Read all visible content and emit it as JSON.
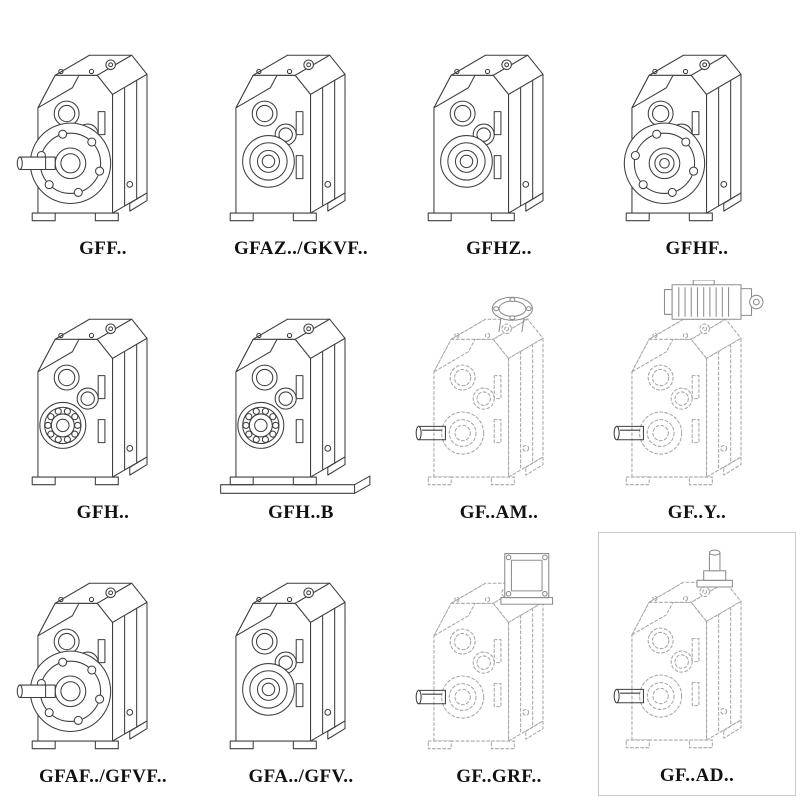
{
  "colors": {
    "ink": "#3e3e3e",
    "ghost_line": "#a6a6a6",
    "attachment": "#8d8d8d",
    "label": "#111111",
    "background": "#ffffff",
    "box_border": "#c9c9c9"
  },
  "grid": {
    "columns": 4,
    "rows": 3,
    "items": [
      {
        "label": "GFF..",
        "variant": "flange-shaft",
        "boxed": false
      },
      {
        "label": "GFAZ../GKVF..",
        "variant": "hollow",
        "boxed": false
      },
      {
        "label": "GFHZ..",
        "variant": "hollow",
        "boxed": false
      },
      {
        "label": "GFHF..",
        "variant": "flange-bore",
        "boxed": false
      },
      {
        "label": "GFH..",
        "variant": "bearing",
        "boxed": false
      },
      {
        "label": "GFH..B",
        "variant": "bearing-base",
        "boxed": false
      },
      {
        "label": "GF..AM..",
        "variant": "ghost-top-flange",
        "boxed": false
      },
      {
        "label": "GF..Y..",
        "variant": "ghost-motor",
        "boxed": false
      },
      {
        "label": "GFAF../GFVF..",
        "variant": "flange-shaft",
        "boxed": false
      },
      {
        "label": "GFA../GFV..",
        "variant": "hollow",
        "boxed": false
      },
      {
        "label": "GF..GRF..",
        "variant": "ghost-adapter",
        "boxed": false
      },
      {
        "label": "GF..AD..",
        "variant": "ghost-shaft",
        "boxed": true
      }
    ]
  }
}
